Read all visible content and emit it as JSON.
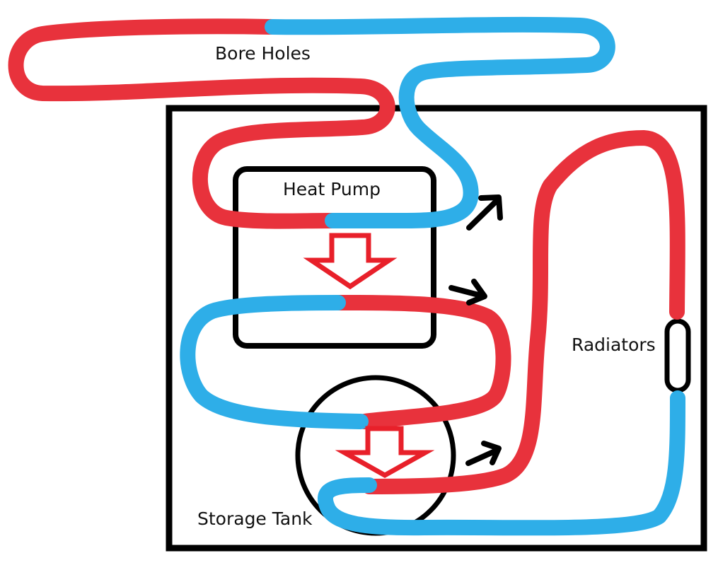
{
  "labels": {
    "bore_holes": "Bore Holes",
    "heat_pump": "Heat Pump",
    "radiators": "Radiators",
    "storage_tank": "Storage Tank"
  },
  "colors": {
    "hot_pipe": "#e8323c",
    "cold_pipe": "#2eaee8",
    "outline": "#000000",
    "transfer_arrow": "#e8202a"
  }
}
